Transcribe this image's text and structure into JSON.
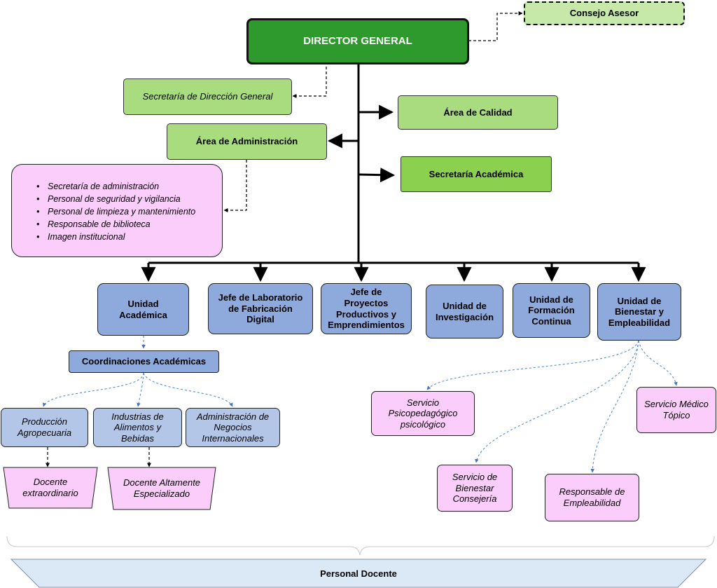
{
  "colors": {
    "director": "#2e9a2e",
    "light_green": "#a9dc7f",
    "mid_green": "#8cd04f",
    "blue": "#8ea9dc",
    "light_blue": "#b4c6e7",
    "pink": "#fbcdfb",
    "footer": "#dbe8f6"
  },
  "org": {
    "director": "DIRECTOR GENERAL",
    "consejo": "Consejo Asesor",
    "secretaria_direccion": "Secretaría de Dirección General",
    "area_calidad": "Área de Calidad",
    "area_administracion": "Área de Administración",
    "secretaria_academica": "Secretaría Académica",
    "admin_items": [
      "Secretaría de administración",
      "Personal de seguridad y vigilancia",
      "Personal de limpieza y mantenimiento",
      "Responsable de biblioteca",
      "Imagen institucional"
    ],
    "units": {
      "academica": "Unidad\nAcadémica",
      "lab": "Jefe de Laboratorio\nde Fabricación\nDigital",
      "proyectos": "Jefe de\nProyectos\nProductivos y\nEmprendimientos",
      "investigacion": "Unidad de\nInvestigación",
      "formacion": "Unidad de\nFormación\nContinua",
      "bienestar": "Unidad de\nBienestar y\nEmpleabilidad"
    },
    "coordinaciones": "Coordinaciones Académicas",
    "coords": {
      "produccion": "Producción\nAgropecuaria",
      "industrias": "Industrias de\nAlimentos y\nBebidas",
      "negocios": "Administración de\nNegocios\nInternacionales"
    },
    "docentes": {
      "extraordinario": "Docente\nextraordinario",
      "altamente": "Docente Altamente\nEspecializado"
    },
    "servicios": {
      "psico": "Servicio\nPsicopedagógico\npsicológico",
      "medico": "Servicio Médico\nTópico",
      "bienestar": "Servicio de\nBienestar\nConsejería",
      "empleabilidad": "Responsable de\nEmpleabilidad"
    },
    "personal_docente": "Personal Docente"
  }
}
